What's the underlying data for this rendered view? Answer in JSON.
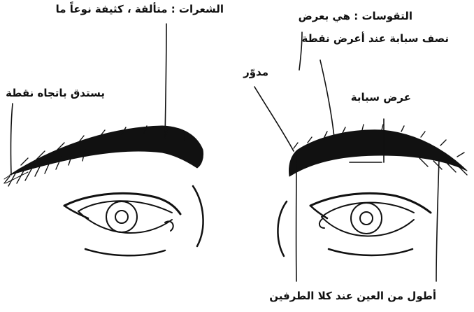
{
  "labels": {
    "hairs": "الشعرات : متألقة ، كثيفة نوعاً ما",
    "tapers": "يستدق باتجاه نقطة",
    "arches": "التقوسات : هي بعرض",
    "half_finger": "نصف سبابة عند أعرض نقطة",
    "rounded": "مدوّر",
    "finger_width": "عرض سبابة",
    "longer_than_eye": "أطول من العين عند كلا الطرفين"
  },
  "colors": {
    "ink": "#111111",
    "background": "#ffffff"
  }
}
